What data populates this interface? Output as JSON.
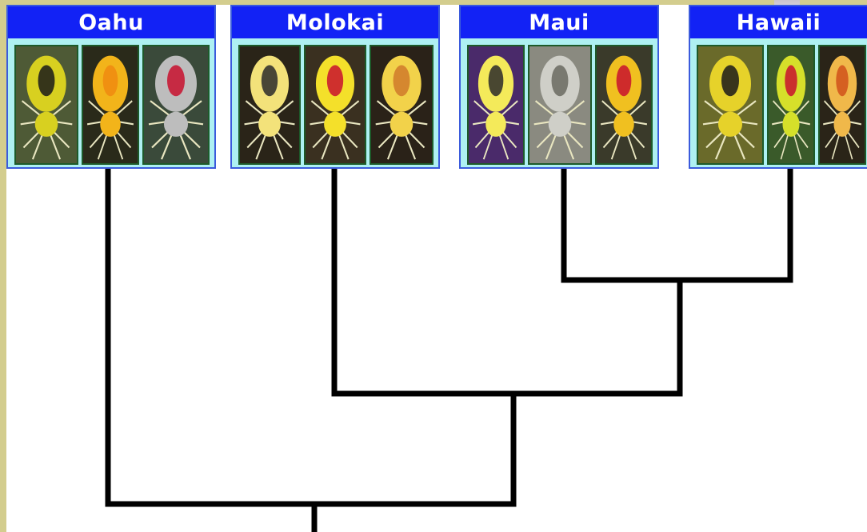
{
  "islands": [
    {
      "name": "Oahu",
      "photos": [
        {
          "spider": "yellow-spider-black-spots-icon",
          "body": "#d8d020",
          "mark": "#1a1a1a",
          "bg": "#4e5a36"
        },
        {
          "spider": "orange-yellow-spider-icon",
          "body": "#f2b41a",
          "mark": "#f08a10",
          "bg": "#2a2a1a"
        },
        {
          "spider": "red-back-spider-icon",
          "body": "#bdbdbd",
          "mark": "#c8102e",
          "bg": "#3a4a3a"
        }
      ]
    },
    {
      "name": "Molokai",
      "photos": [
        {
          "spider": "pale-yellow-spider-icon",
          "body": "#f3e27a",
          "mark": "#2a2a2a",
          "bg": "#2a2418"
        },
        {
          "spider": "yellow-spider-red-marks-icon",
          "body": "#f4e02a",
          "mark": "#c8102e",
          "bg": "#3a3020"
        },
        {
          "spider": "yellow-orange-spider-icon",
          "body": "#f2d24a",
          "mark": "#d07a2a",
          "bg": "#2a2218"
        }
      ]
    },
    {
      "name": "Maui",
      "photos": [
        {
          "spider": "yellow-spider-purple-leaf-icon",
          "body": "#f4ea5a",
          "mark": "#2a2a2a",
          "bg": "#4a2a6a"
        },
        {
          "spider": "grey-spotted-spider-icon",
          "body": "#cfcfc8",
          "mark": "#6a6a60",
          "bg": "#8a8a80"
        },
        {
          "spider": "red-black-back-spider-icon",
          "body": "#f0c020",
          "mark": "#c8102e",
          "bg": "#3a3a2a"
        }
      ]
    },
    {
      "name": "Hawaii",
      "photos": [
        {
          "spider": "yellow-spider-black-marks-icon",
          "body": "#e6d22a",
          "mark": "#1a1a1a",
          "bg": "#6a6a2a"
        },
        {
          "spider": "green-yellow-spider-icon",
          "body": "#d6e02a",
          "mark": "#c8102e",
          "bg": "#3a5a2a"
        },
        {
          "spider": "orange-spider-icon",
          "body": "#f0b84a",
          "mark": "#d0501a",
          "bg": "#2a2418"
        }
      ]
    }
  ],
  "colors": {
    "header": "#1222f5",
    "panel_fill": "#aef0f2",
    "panel_border": "#3b5bdc",
    "tree_line": "#000000",
    "slide_background": "#d3cd8e"
  }
}
